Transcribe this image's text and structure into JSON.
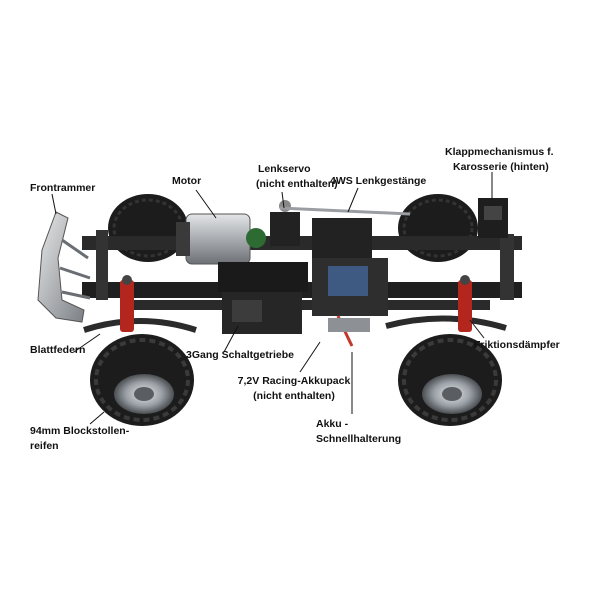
{
  "labels": {
    "frontrammer": "Frontrammer",
    "motor": "Motor",
    "lenkservo_1": "Lenkservo",
    "lenkservo_2": "(nicht enthalten)",
    "lenkgestaenge": "4WS Lenkgestänge",
    "klapp_1": "Klappmechanismus f.",
    "klapp_2": "Karosserie (hinten)",
    "blattfedern": "Blattfedern",
    "schaltgetriebe": "3Gang Schaltgetriebe",
    "akku_1": "7,2V Racing-Akkupack",
    "akku_2": "(nicht enthalten)",
    "reifen_1": "94mm Blockstollen-",
    "reifen_2": "reifen",
    "halterung_1": "Akku -",
    "halterung_2": "Schnellhalterung",
    "daempfer": "Friktionsdämpfer"
  },
  "colors": {
    "tire": "#1c1c1c",
    "rim": "#9aa0a6",
    "shock": "#b3261e",
    "chassis": "#2a2a2a",
    "motor": "#b9bcc0",
    "bumper": "#c2c4c7",
    "leader": "#111111"
  }
}
